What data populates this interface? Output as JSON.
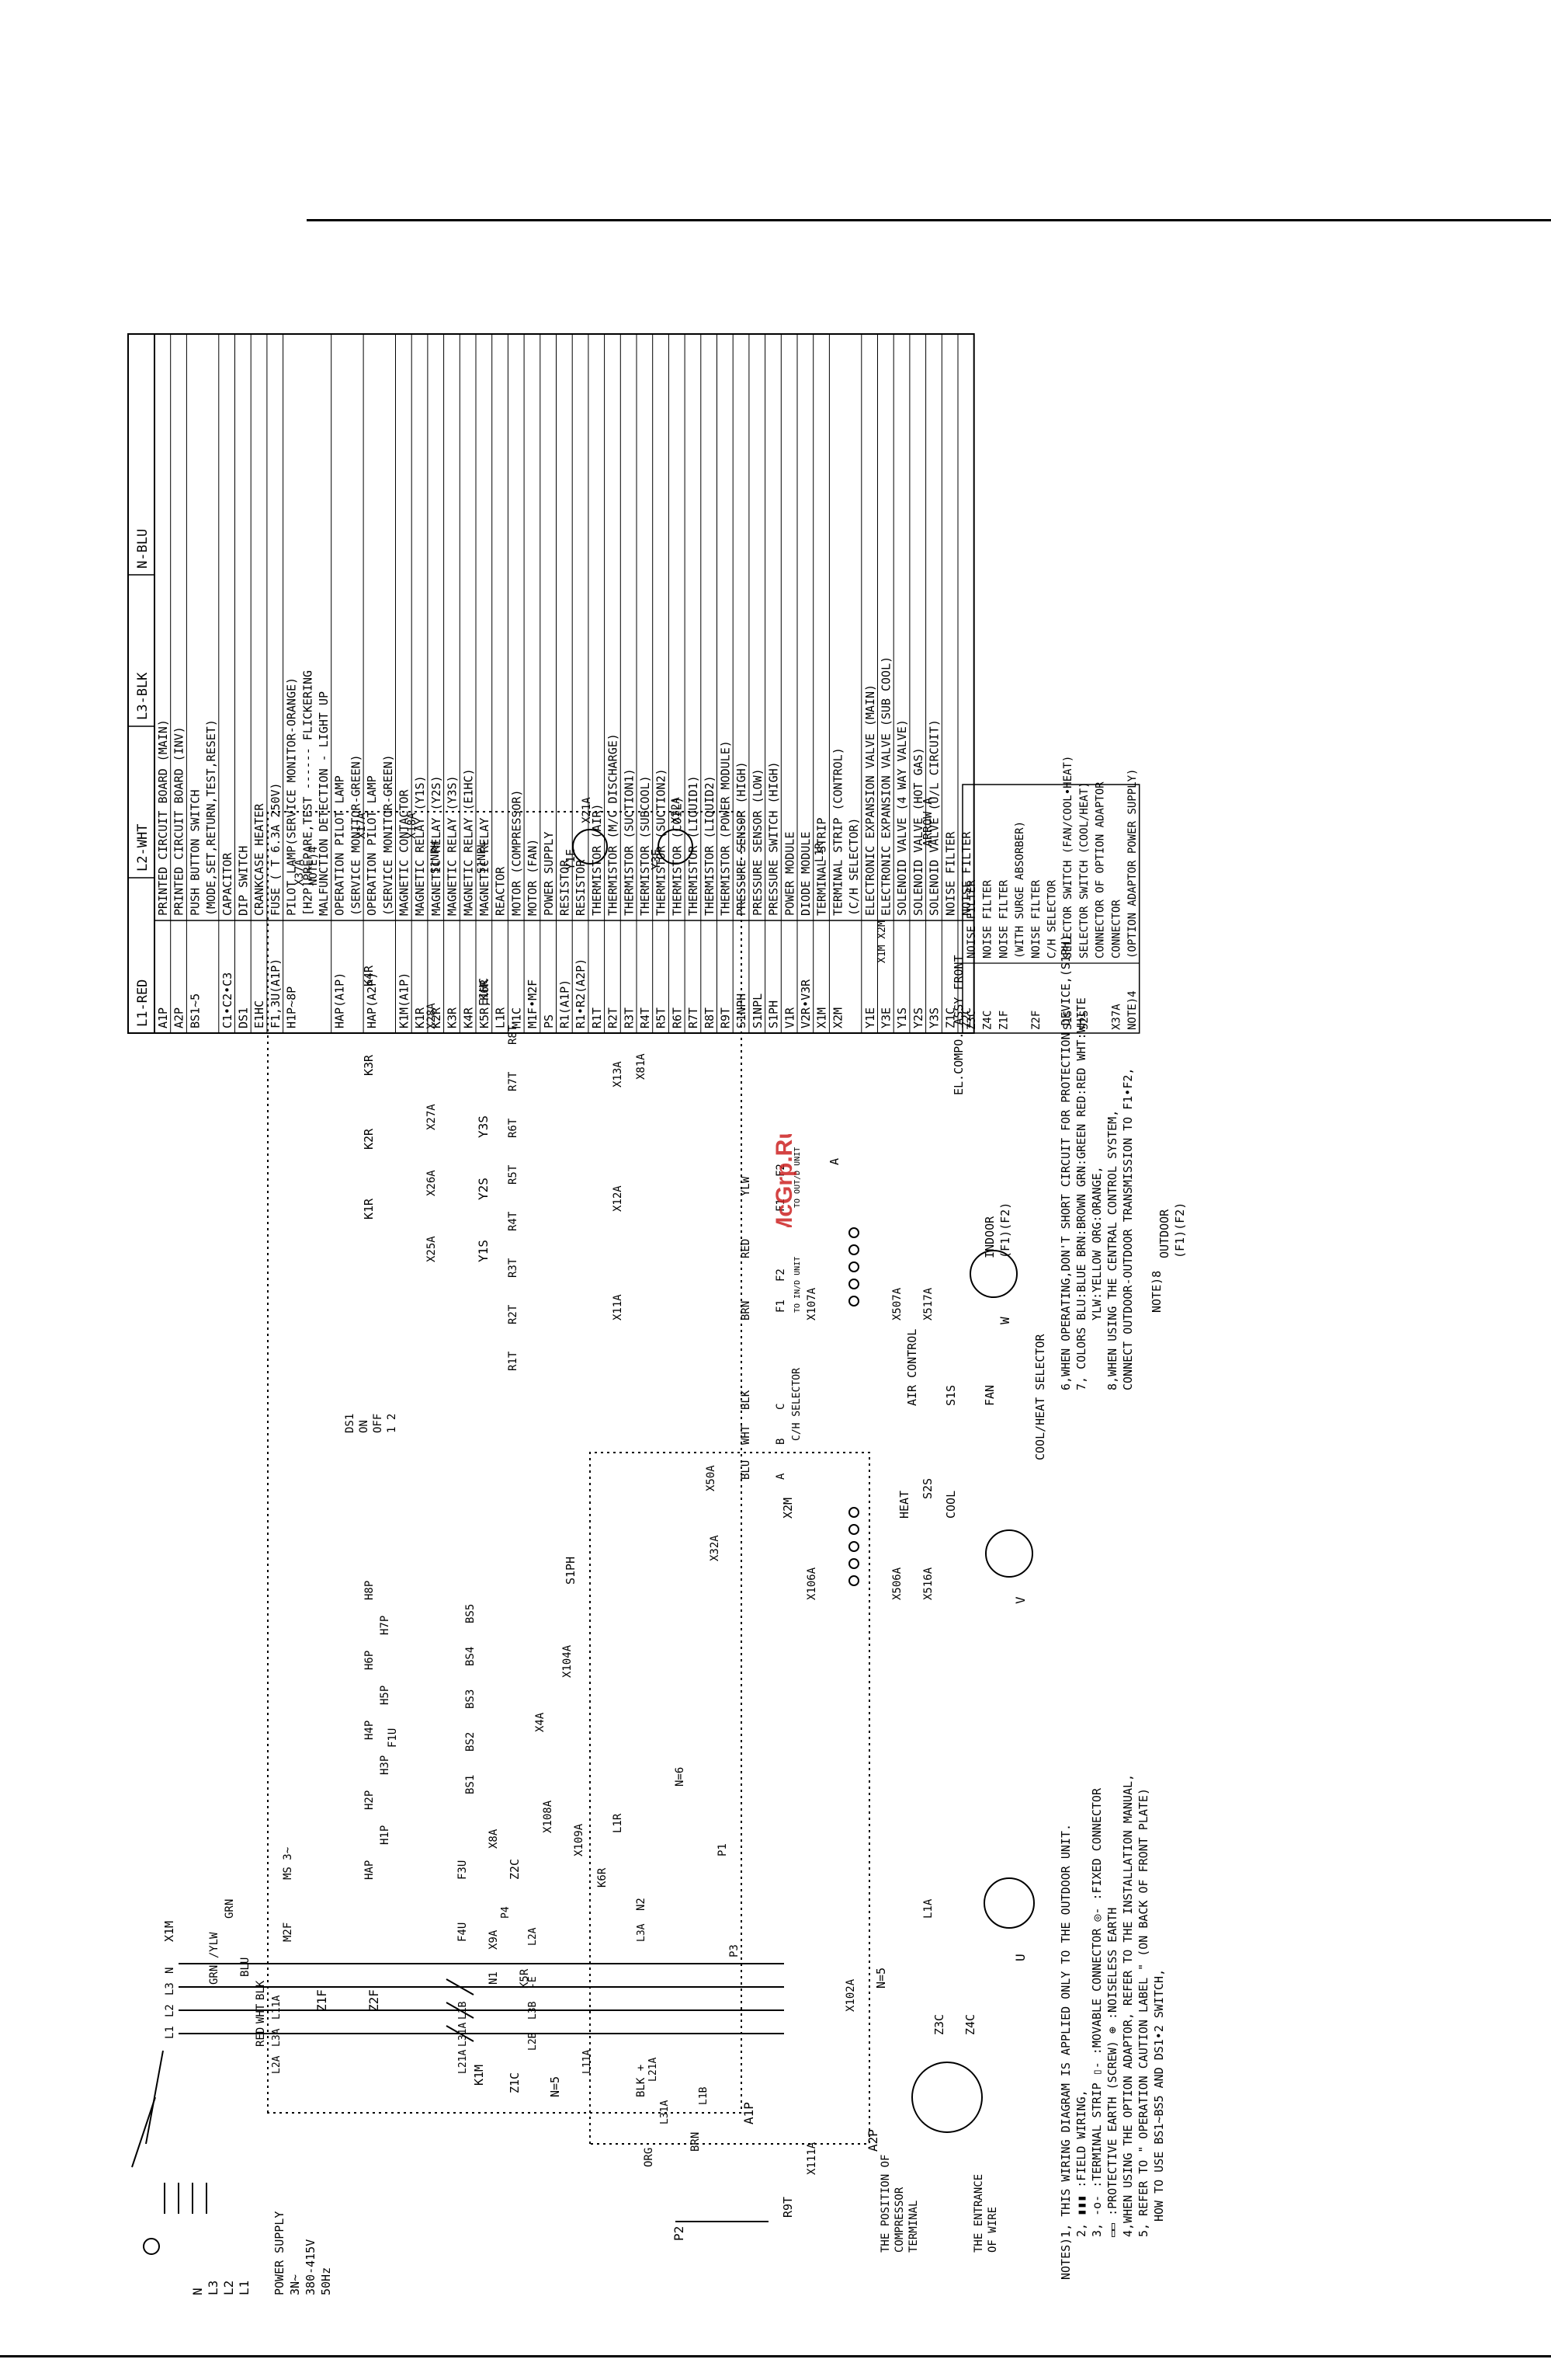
{
  "legend": {
    "header": [
      "L1-RED",
      "L2-WHT",
      "L3-BLK",
      "N-BLU"
    ],
    "rows": [
      [
        "A1P",
        "PRINTED CIRCUIT BOARD (MAIN)"
      ],
      [
        "A2P",
        "PRINTED CIRCUIT BOARD (INV)"
      ],
      [
        "BS1~5",
        "PUSH BUTTON SWITCH"
      ],
      [
        "",
        "(MODE,SET,RETURN,TEST,RESET)"
      ],
      [
        "C1•C2•C3",
        "CAPACITOR"
      ],
      [
        "DS1",
        "DIP SWITCH"
      ],
      [
        "E1HC",
        "CRANKCASE HEATER"
      ],
      [
        "F1,3U(A1P)",
        "FUSE ( T 6.3A 250V)"
      ],
      [
        "H1P~8P",
        "PILOT LAMP(SERVICE MONITOR-ORANGE)"
      ],
      [
        "",
        "[H2P]PREPARE,TEST ------ FLICKERING"
      ],
      [
        "",
        "MALFUNCTION DETECTION - LIGHT UP"
      ],
      [
        "HAP(A1P)",
        "OPERATION PILOT LAMP"
      ],
      [
        "",
        "(SERVICE MONITOR-GREEN)"
      ],
      [
        "HAP(A2P)",
        "OPERATION PILOT LAMP"
      ],
      [
        "",
        "(SERVICE MONITOR-GREEN)"
      ],
      [
        "K1M(A1P)",
        "MAGNETIC CONTACTOR"
      ],
      [
        "K1R",
        "MAGNETIC RELAY (Y1S)"
      ],
      [
        "K2R",
        "MAGNETIC RELAY (Y2S)"
      ],
      [
        "K3R",
        "MAGNETIC RELAY (Y3S)"
      ],
      [
        "K4R",
        "MAGNETIC RELAY (E1HC)"
      ],
      [
        "K5R,K6R",
        "MAGNETIC RELAY"
      ],
      [
        "L1R",
        "REACTOR"
      ],
      [
        "M1C",
        "MOTOR (COMPRESSOR)"
      ],
      [
        "M1F•M2F",
        "MOTOR (FAN)"
      ],
      [
        "PS",
        "POWER SUPPLY"
      ],
      [
        "R1(A1P)",
        "RESISTOR"
      ],
      [
        "R1•R2(A2P)",
        "RESISTOR"
      ],
      [
        "R1T",
        "THERMISTOR (AIR)"
      ],
      [
        "R2T",
        "THERMISTOR (M/C DISCHARGE)"
      ],
      [
        "R3T",
        "THERMISTOR (SUCTION1)"
      ],
      [
        "R4T",
        "THERMISTOR (SUBCOOL)"
      ],
      [
        "R5T",
        "THERMISTOR (SUCTION2)"
      ],
      [
        "R6T",
        "THERMISTOR (COIL)"
      ],
      [
        "R7T",
        "THERMISTOR (LIQUID1)"
      ],
      [
        "R8T",
        "THERMISTOR (LIQUID2)"
      ],
      [
        "R9T",
        "THERMISTOR (POWER MODULE)"
      ],
      [
        "S1NPH",
        "PRESSURE SENSOR (HIGH)"
      ],
      [
        "S1NPL",
        "PRESSURE SENSOR (LOW)"
      ],
      [
        "S1PH",
        "PRESSURE SWITCH (HIGH)"
      ],
      [
        "V1R",
        "POWER MODULE"
      ],
      [
        "V2R•V3R",
        "DIODE MODULE"
      ],
      [
        "X1M",
        "TERMINAL STRIP"
      ],
      [
        "X2M",
        "TERMINAL STRIP (CONTROL)"
      ],
      [
        "",
        "(C/H SELECTOR)"
      ],
      [
        "Y1E",
        "ELECTRONIC EXPANSION VALVE (MAIN)"
      ],
      [
        "Y3E",
        "ELECTRONIC EXPANSION VALVE (SUB COOL)"
      ],
      [
        "Y1S",
        "SOLENOID VALVE (4 WAY VALVE)"
      ],
      [
        "Y2S",
        "SOLENOID VALVE (HOT GAS)"
      ],
      [
        "Y3S",
        "SOLENOID VALVE (U/L CIRCUIT)"
      ],
      [
        "Z1C",
        "NOISE FILTER"
      ],
      [
        "Z2C",
        "NOISE FILTER"
      ]
    ],
    "rows2": [
      [
        "Z3C",
        "NOISE FILTER"
      ],
      [
        "Z4C",
        "NOISE FILTER"
      ],
      [
        "Z1F",
        "NOISE FILTER"
      ],
      [
        "",
        "(WITH SURGE ABSORBER)"
      ],
      [
        "Z2F",
        "NOISE FILTER"
      ],
      [
        "",
        "C/H SELECTOR"
      ],
      [
        "S1S",
        "SELECTOR SWITCH (FAN/COOL•HEAT)"
      ],
      [
        "S2S",
        "SELECTOR SWITCH (COOL/HEAT)"
      ],
      [
        "",
        "CONNECTOR OF OPTION ADAPTOR"
      ],
      [
        "X37A",
        "CONNECTOR"
      ],
      [
        "NOTE)4",
        "(OPTION ADAPTOR POWER SUPPLY)"
      ]
    ]
  },
  "notes": [
    "NOTES)1, THIS WIRING DIAGRAM IS APPLIED ONLY TO THE OUTDOOR UNIT.",
    "2, ▮▮▮ :FIELD WIRING,",
    "3, -o- :TERMINAL STRIP  ▯- :MOVABLE CONNECTOR  ◎- :FIXED CONNECTOR",
    "▭▭ :PROTECTIVE EARTH (SCREW)  ⊕ :NOISELESS EARTH",
    "4,WHEN USING THE OPTION ADAPTOR, REFER TO THE INSTALLATION MANUAL,",
    "5, REFER TO \" OPERATION CAUTION LABEL \" (ON BACK OF FRONT PLATE)",
    "HOW TO USE BS1~BS5 AND DS1•2 SWITCH,",
    "6,WHEN OPERATING,DON'T SHORT CIRCUIT FOR PROTECTION DEVICE,(S1PH)",
    "7, COLORS BLU:BLUE BRN:BROWN GRN:GREEN RED:RED WHT:WHITE",
    "YLW:YELLOW ORG:ORANGE,",
    "8,WHEN USING THE CENTRAL CONTROL SYSTEM,",
    "CONNECT OUTDOOR-OUTDOOR TRANSMISSION TO F1•F2,"
  ],
  "power": {
    "lines": [
      "N",
      "L3",
      "L2",
      "L1"
    ],
    "label": [
      "POWER SUPPLY",
      "3N~",
      "380-415V",
      "50Hz"
    ]
  },
  "terminals": {
    "x1m": [
      "L1",
      "L2",
      "L3",
      "N"
    ],
    "x1m_tag": "X1M",
    "x2m": [
      "A",
      "B",
      "C",
      "F1",
      "F2",
      "F1",
      "F2"
    ],
    "x2m_tag": "X2M",
    "x2m_marks": [
      "C/H SELECTOR",
      "TO IN/D UNIT",
      "TO OUT/D UNIT"
    ],
    "x2m_colors": [
      "BLU",
      "WHT",
      "BLK",
      "BRN",
      "RED",
      "YLW"
    ]
  },
  "colors_labels": [
    "RED",
    "WHT",
    "BLK",
    "BLU",
    "GRN",
    "GRN /YLW",
    "ORG",
    "BRN",
    "BLK +"
  ],
  "board_labels": {
    "a1p": "A1P",
    "a2p": "A2P",
    "connectors": [
      "X37A",
      "NOTE)4",
      "X17A",
      "X18A",
      "X21A",
      "X22A",
      "X28A",
      "X27A",
      "X26A",
      "X25A",
      "X13A",
      "X12A",
      "X11A",
      "X81A",
      "X50A",
      "X32A",
      "X4A",
      "X104A",
      "X107A",
      "X106A",
      "X108A",
      "X109A",
      "X102A",
      "X111A",
      "X8A",
      "X9A",
      "X507A",
      "X517A",
      "X506A",
      "X516A"
    ],
    "relays": [
      "K1R",
      "K2R",
      "K3R",
      "K4R",
      "K5R",
      "K6R",
      "K1M"
    ],
    "solenoids": [
      "Y1S",
      "Y2S",
      "Y3S",
      "E1HC"
    ],
    "thermistors": [
      "R1T",
      "R2T",
      "R3T",
      "R4T",
      "R5T",
      "R6T",
      "R7T",
      "R8T",
      "R9T"
    ],
    "lamps": [
      "HAP",
      "H1P",
      "H2P",
      "H3P",
      "H4P",
      "H5P",
      "H6P",
      "H7P",
      "H8P"
    ],
    "buttons": [
      "BS1",
      "BS2",
      "BS3",
      "BS4",
      "BS5"
    ],
    "ds1": [
      "DS1",
      "ON",
      "OFF",
      "1 2"
    ],
    "fuses": [
      "F1U",
      "F3U",
      "F4U"
    ],
    "filters": [
      "Z1F",
      "Z2F",
      "Z1C",
      "Z2C",
      "Z3C",
      "Z4C"
    ],
    "misc": [
      "S1PH",
      "S1NPH",
      "S1NPL",
      "Y1E",
      "Y3E",
      "6",
      "6",
      "PS",
      "V1R",
      "V2R",
      "V3R",
      "R1",
      "R1",
      "R2",
      "C1",
      "C2",
      "C3",
      "L1R",
      "N=5",
      "N=5",
      "N=6",
      "N1",
      "N2",
      "P1",
      "P2",
      "P3",
      "P4",
      "L1A",
      "L2A",
      "L3A",
      "L11A",
      "L21A",
      "L31A",
      "L1B",
      "L2B",
      "L3B",
      "-E",
      "-NA",
      "M1C",
      "M1F",
      "M2F",
      "MS 3~",
      "MS 3~",
      "MS 3~",
      "U",
      "V",
      "W"
    ]
  },
  "side_texts": {
    "compressor_pos": [
      "THE POSITION OF",
      "COMPRESSOR",
      "TERMINAL"
    ],
    "entrance": [
      "THE ENTRANCE",
      "OF WIRE"
    ],
    "elcompo": "EL.COMPO. ASSY FRONT",
    "arrow": "ARROW A",
    "arrow_letter": "A",
    "outdoor": [
      "OUTDOOR",
      "(F1)(F2)"
    ],
    "indoor": [
      "INDOOR",
      "(F1)(F2)"
    ],
    "note8": "NOTE)8",
    "air_control": "AIR CONTROL",
    "fan": "FAN",
    "cool_heat_sel": "COOL/HEAT SELECTOR",
    "heat": "HEAT",
    "cool": "COOL",
    "s2s": "S2S",
    "s1s": "S1S",
    "x1m_x2m": "X1M  X2M",
    "l1r_box": "L1R"
  },
  "watermark": "McGrp.Ru"
}
